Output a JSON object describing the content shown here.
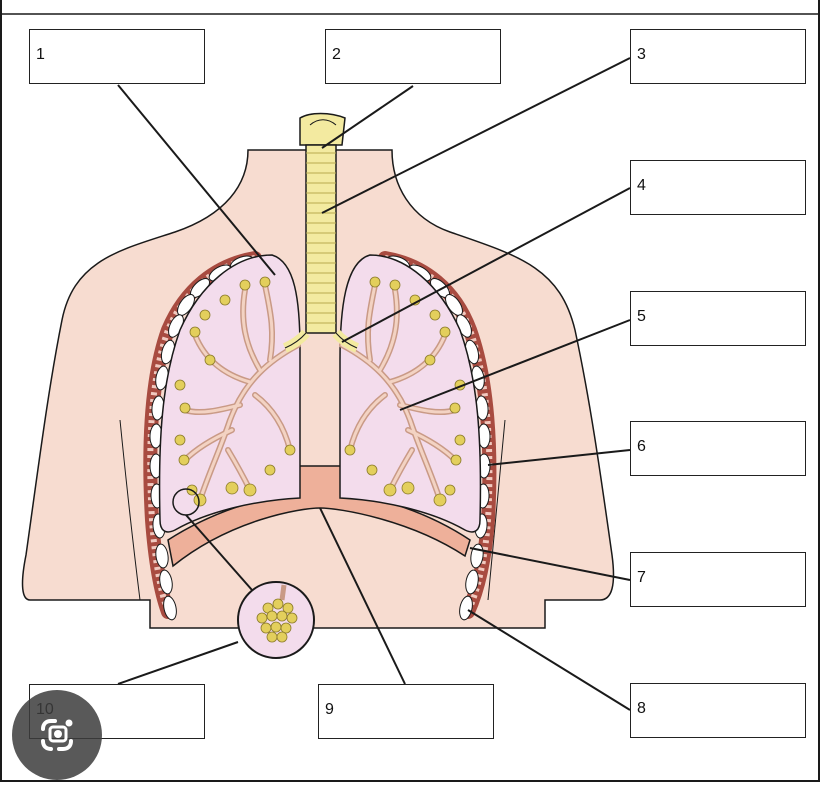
{
  "labels": [
    {
      "id": "1",
      "text": "1"
    },
    {
      "id": "2",
      "text": "2"
    },
    {
      "id": "3",
      "text": "3"
    },
    {
      "id": "4",
      "text": "4"
    },
    {
      "id": "5",
      "text": "5"
    },
    {
      "id": "6",
      "text": "6"
    },
    {
      "id": "7",
      "text": "7"
    },
    {
      "id": "8",
      "text": "8"
    },
    {
      "id": "9",
      "text": "9"
    },
    {
      "id": "10",
      "text": "10"
    }
  ],
  "colors": {
    "skin": "#f7dcd0",
    "lung": "#f3dcec",
    "trachea": "#f3eaa0",
    "diaphragm": "#eeb09a",
    "alveoli": "#e3cf5c",
    "rib_muscle": "#a84b40",
    "bronchi": "#f3d3c3",
    "outline": "#1a1a1a"
  },
  "icons": {
    "lens": "google-lens-icon"
  }
}
